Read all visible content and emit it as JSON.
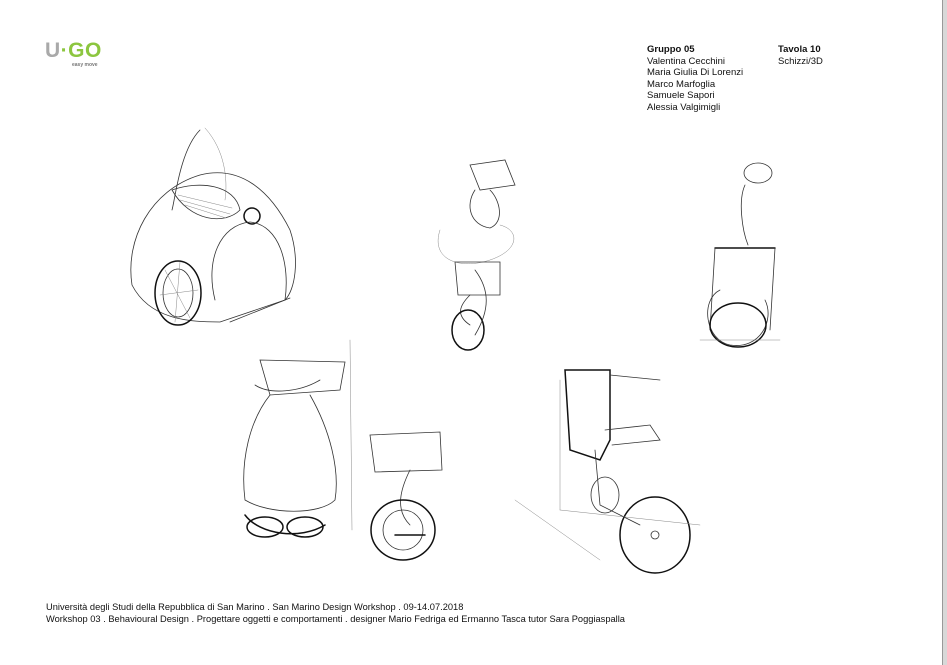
{
  "logo": {
    "u": "U",
    "dot": "·",
    "go": "GO",
    "tagline": "easy move"
  },
  "group": {
    "title": "Gruppo 05",
    "members": [
      "Valentina Cecchini",
      "Maria Giulia Di Lorenzi",
      "Marco Marfoglia",
      "Samuele Sapori",
      "Alessia Valgimigli"
    ]
  },
  "board": {
    "title": "Tavola 10",
    "subtitle": "Schizzi/3D"
  },
  "footer": {
    "line1": "Università degli Studi della Repubblica di San Marino . San Marino Design Workshop . 09-14.07.2018",
    "line2": "Workshop 03 . Behavioural Design . Progettare oggetti e comportamenti . designer Mario Fedriga ed Ermanno Tasca tutor Sara Poggiaspalla"
  },
  "colors": {
    "brand_green": "#8cc63f",
    "brand_gray": "#a9a9a9"
  }
}
